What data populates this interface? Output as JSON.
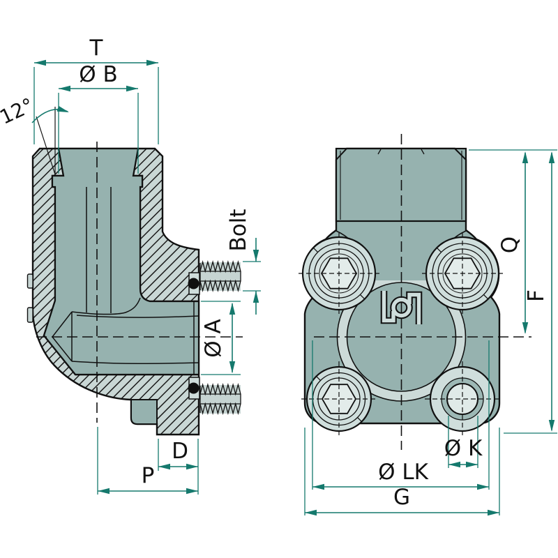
{
  "drawing": {
    "title": "hydraulic elbow flange adapter technical drawing",
    "views": {
      "left": "cross-section view",
      "right": "flange front view"
    },
    "dimensions": {
      "t": "T",
      "b": "Ø B",
      "angle": "12°",
      "bolt": "Bolt",
      "a": "Ø A",
      "d": "D",
      "p": "P",
      "q": "Q",
      "f": "F",
      "k": "Ø K",
      "lk": "Ø LK",
      "g": "G"
    },
    "icons": {
      "brand_logo": "manufacturer-logo"
    },
    "colors": {
      "body_teal": "#96b2af",
      "hatch_background": "#c9d7d5",
      "raised_light": "#cfdedc",
      "outline": "#111111",
      "dimension_green": "#15796d",
      "seal_black": "#101010",
      "background": "#ffffff"
    }
  }
}
